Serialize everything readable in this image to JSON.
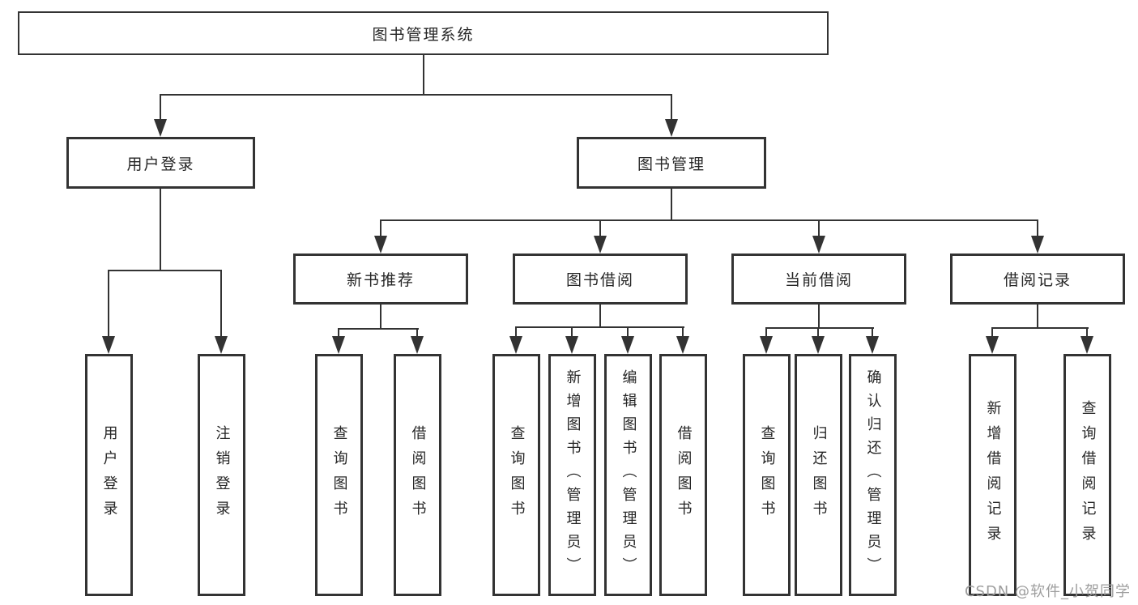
{
  "diagram": {
    "root": {
      "label": "图书管理系统"
    },
    "level2": [
      {
        "label": "用户登录",
        "parent": "图书管理系统"
      },
      {
        "label": "图书管理",
        "parent": "图书管理系统"
      }
    ],
    "level3": [
      {
        "label": "新书推荐",
        "parent": "图书管理"
      },
      {
        "label": "图书借阅",
        "parent": "图书管理"
      },
      {
        "label": "当前借阅",
        "parent": "图书管理"
      },
      {
        "label": "借阅记录",
        "parent": "图书管理"
      }
    ],
    "leaves": [
      {
        "label": "用户登录",
        "parent": "用户登录"
      },
      {
        "label": "注销登录",
        "parent": "用户登录"
      },
      {
        "label": "查询图书",
        "parent": "新书推荐"
      },
      {
        "label": "借阅图书",
        "parent": "新书推荐"
      },
      {
        "label": "查询图书",
        "parent": "图书借阅"
      },
      {
        "label": "新增图书（管理员）",
        "parent": "图书借阅"
      },
      {
        "label": "编辑图书（管理员）",
        "parent": "图书借阅"
      },
      {
        "label": "借阅图书",
        "parent": "图书借阅"
      },
      {
        "label": "查询图书",
        "parent": "当前借阅"
      },
      {
        "label": "归还图书",
        "parent": "当前借阅"
      },
      {
        "label": "确认归还（管理员）",
        "parent": "当前借阅"
      },
      {
        "label": "新增借阅记录",
        "parent": "借阅记录"
      },
      {
        "label": "查询借阅记录",
        "parent": "借阅记录"
      }
    ],
    "watermark": "CSDN @软件_小贺同学",
    "colors": {
      "line": "#333333",
      "text": "#262626",
      "watermark": "#9e9e9e",
      "background": "#ffffff"
    }
  }
}
